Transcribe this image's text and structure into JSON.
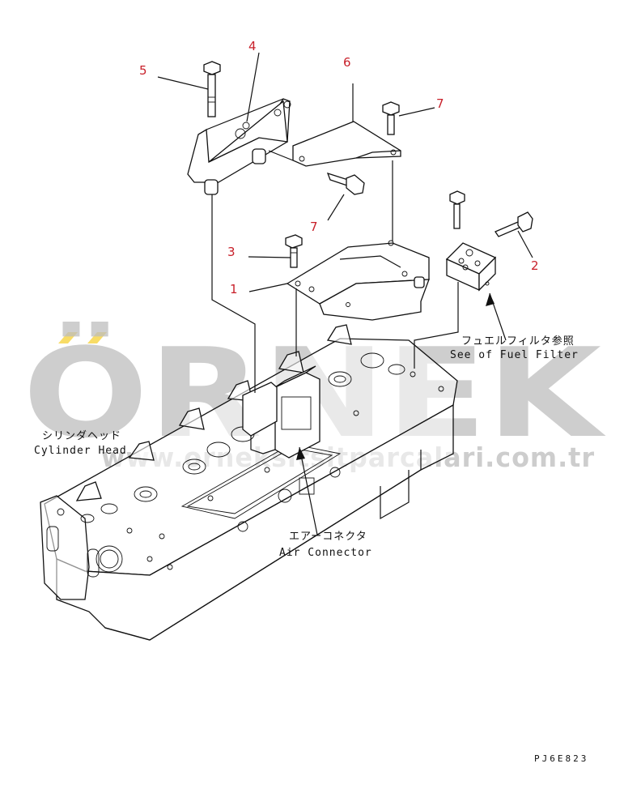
{
  "callouts": [
    "1",
    "2",
    "3",
    "4",
    "5",
    "6",
    "7",
    "7"
  ],
  "labels": {
    "fuel_filter_jp": "フュエルフィルタ参照",
    "fuel_filter_en": "See of Fuel Filter",
    "cylinder_head_jp": "シリンダヘッド",
    "cylinder_head_en": "Cylinder Head",
    "air_connector_jp": "エアーコネクタ",
    "air_connector_en": "Air Connector"
  },
  "watermark": {
    "brand": "ÖRNEK",
    "url": "www.orneksitsitparcalari.com.tr"
  },
  "drawing_code": "PJ6E823",
  "colors": {
    "callout": "#c8202a",
    "line": "#111111",
    "watermark": "#bdbdbd",
    "watermark_accent": "#f3c400"
  }
}
